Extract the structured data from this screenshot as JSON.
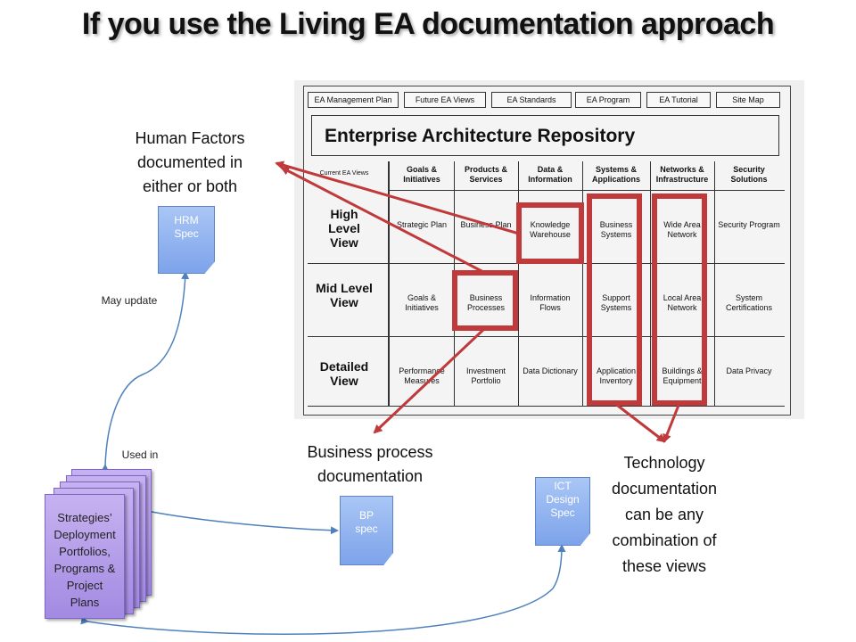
{
  "title": "If you use the Living EA documentation approach",
  "repository": {
    "tabs": [
      "EA Management Plan",
      "Future EA Views",
      "EA Standards",
      "EA Program",
      "EA Tutorial",
      "Site Map"
    ],
    "heading": "Enterprise Architecture Repository",
    "corner_label": "Current EA Views",
    "columns": [
      "Goals & Initiatives",
      "Products & Services",
      "Data & Information",
      "Systems & Applications",
      "Networks & Infrastructure",
      "Security Solutions"
    ],
    "rows": [
      "High Level View",
      "Mid Level View",
      "Detailed View"
    ],
    "cells": [
      [
        "Strategic Plan",
        "Business Plan",
        "Knowledge Warehouse",
        "Business Systems",
        "Wide Area Network",
        "Security Program"
      ],
      [
        "Goals & Initiatives",
        "Business Processes",
        "Information Flows",
        "Support Systems",
        "Local Area Network",
        "System Certifications"
      ],
      [
        "Performance Measures",
        "Investment Portfolio",
        "Data Dictionary",
        "Application Inventory",
        "Buildings & Equipment",
        "Data Privacy"
      ]
    ]
  },
  "callouts": {
    "human_factors": [
      "Human Factors",
      "documented in",
      "either or both"
    ],
    "business_process": [
      "Business process",
      "documentation"
    ],
    "technology": [
      "Technology",
      "documentation",
      "can be any",
      "combination of",
      "these views"
    ]
  },
  "documents": {
    "hrm": [
      "HRM",
      "Spec"
    ],
    "bp": [
      "BP",
      "spec"
    ],
    "ict": [
      "ICT",
      "Design",
      "Spec"
    ],
    "strategies": [
      "Strategies’",
      "Deployment",
      "Portfolios,",
      "Programs &",
      "Project",
      "Plans"
    ]
  },
  "edge_labels": {
    "may_update": "May update",
    "used_in": "Used in"
  },
  "colors": {
    "highlight": "#c0393b",
    "connector": "#4f81bd",
    "doc_fill": "#8fb3ef",
    "stack_fill": "#b7a1ea"
  }
}
